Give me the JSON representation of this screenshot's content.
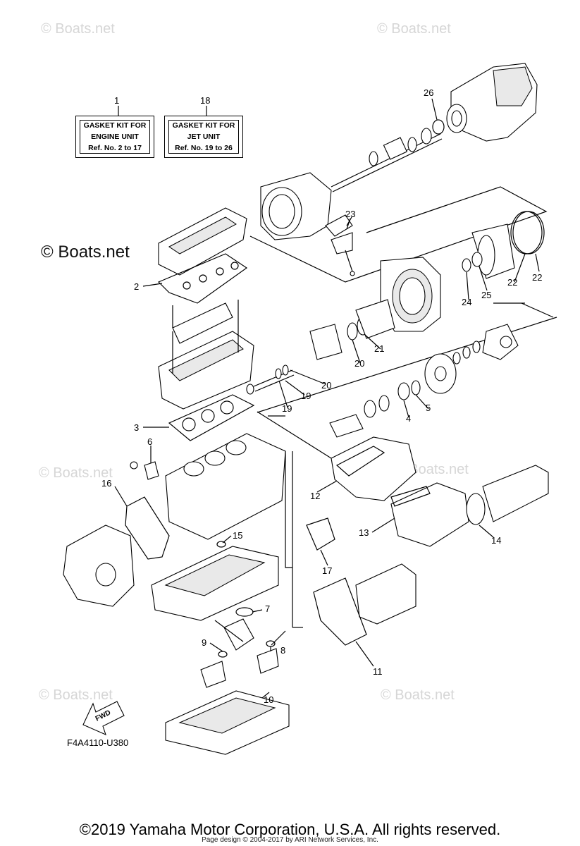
{
  "watermarks": {
    "corner_text": "© Boats.net",
    "center_text": "© Boats.net"
  },
  "kits": [
    {
      "ref": "1",
      "line1": "GASKET KIT FOR",
      "line2": "ENGINE UNIT",
      "line3": "Ref. No. 2 to 17"
    },
    {
      "ref": "18",
      "line1": "GASKET KIT FOR",
      "line2": "JET UNIT",
      "line3": "Ref. No. 19 to 26"
    }
  ],
  "callouts": {
    "c2": "2",
    "c3": "3",
    "c4": "4",
    "c5": "5",
    "c6": "6",
    "c7": "7",
    "c8": "8",
    "c9": "9",
    "c10": "10",
    "c11": "11",
    "c12": "12",
    "c13": "13",
    "c14": "14",
    "c15": "15",
    "c16": "16",
    "c17": "17",
    "c19a": "19",
    "c19b": "19",
    "c20a": "20",
    "c20b": "20",
    "c21": "21",
    "c22a": "22",
    "c22b": "22",
    "c23": "23",
    "c24": "24",
    "c25": "25",
    "c26": "26"
  },
  "fwd_label": "FWD",
  "diagram_code": "F4A4110-U380",
  "copyright": "©2019 Yamaha Motor Corporation, U.S.A. All rights reserved.",
  "page_design": "Page design © 2004-2017 by ARI Network Services, Inc."
}
